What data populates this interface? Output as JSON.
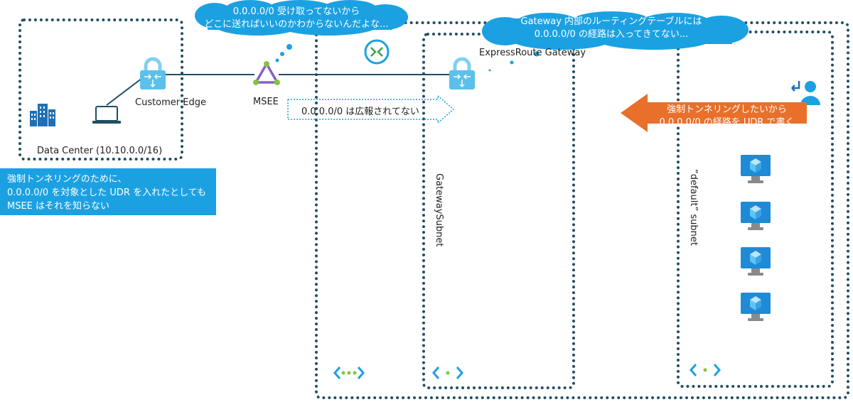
{
  "clouds": {
    "msee_thought": [
      "0.0.0.0/0 受け取ってないから",
      "どこに送ればいいのかわからないんだよな..."
    ],
    "gateway_thought": [
      "Gateway 内部のルーティングテーブルには",
      "0.0.0.0/0 の経路は入ってきてない..."
    ]
  },
  "labels": {
    "customer_edge": "Customer Edge",
    "msee": "MSEE",
    "expressroute_gateway": "ExpressRoute Gateway",
    "data_center": "Data Center (10.10.0.0/16)",
    "gateway_subnet": "GatewaySubnet",
    "default_subnet": "“default” subnet",
    "not_advertised": "0.0.0.0/0 は広報されてない"
  },
  "callouts": {
    "forced_tunneling_note": [
      "強制トンネリングのために、",
      "0.0.0.0/0 を対象とした UDR を入れたとしても",
      "MSEE はそれを知らない"
    ],
    "udr_arrow": [
      "強制トンネリングしたいから",
      "0.0.0.0/0 の経路を UDR で書く"
    ]
  },
  "colors": {
    "dotted_border": "#1f4e63",
    "cloud": "#1ba1e2",
    "callout_blue": "#1ba1e2",
    "callout_orange": "#e8702a",
    "msee_purple": "#8661c5"
  }
}
